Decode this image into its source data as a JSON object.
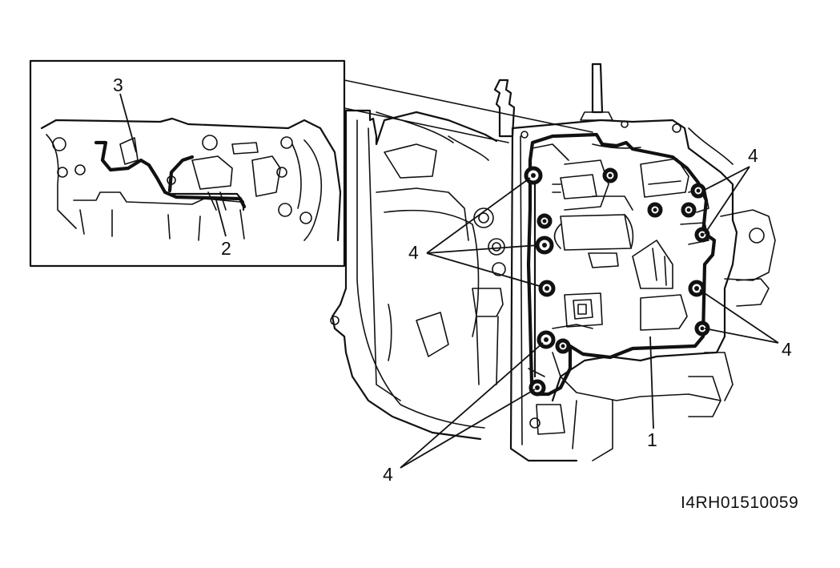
{
  "figure": {
    "code": "I4RH01510059",
    "callouts": {
      "part1": "1",
      "part2": "2",
      "part3": "3",
      "part4": "4"
    }
  }
}
